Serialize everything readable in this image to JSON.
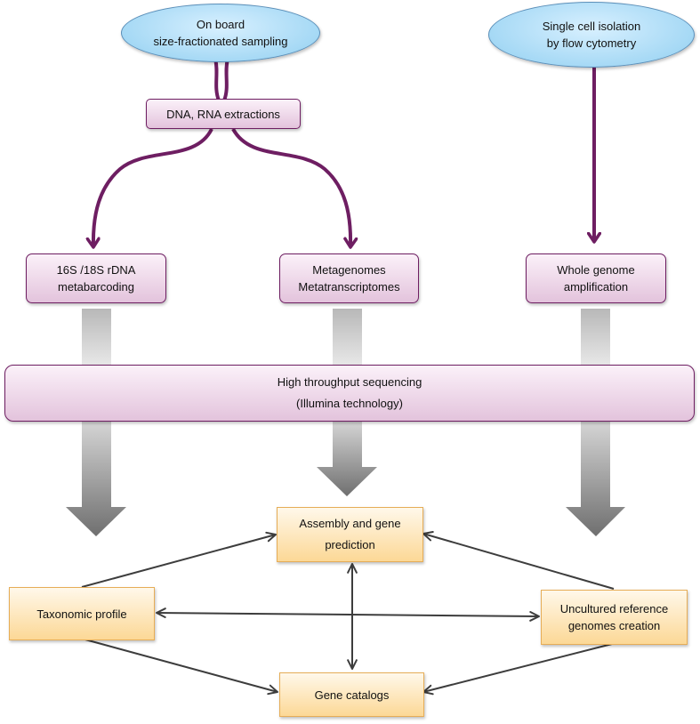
{
  "nodes": {
    "onboard": {
      "line1": "On board",
      "line2": "size-fractionated sampling"
    },
    "single_cell": {
      "line1": "Single cell isolation",
      "line2": "by flow cytometry"
    },
    "extractions": {
      "label": "DNA, RNA extractions"
    },
    "metabarcoding": {
      "line1": "16S /18S rDNA",
      "line2": "metabarcoding"
    },
    "metagenomes": {
      "line1": "Metagenomes",
      "line2": "Metatranscriptomes"
    },
    "wga": {
      "line1": "Whole genome",
      "line2": "amplification"
    },
    "sequencing": {
      "line1": "High throughput sequencing",
      "line2": "(Illumina technology)"
    },
    "assembly": {
      "line1": "Assembly and gene",
      "line2": "prediction"
    },
    "taxonomic": {
      "label": "Taxonomic profile"
    },
    "uncultured": {
      "line1": "Uncultured reference",
      "line2": "genomes creation"
    },
    "gene_catalogs": {
      "label": "Gene catalogs"
    }
  },
  "colors": {
    "purple_arrow": "#6e1e62",
    "dark_arrow": "#3d3d3d"
  }
}
